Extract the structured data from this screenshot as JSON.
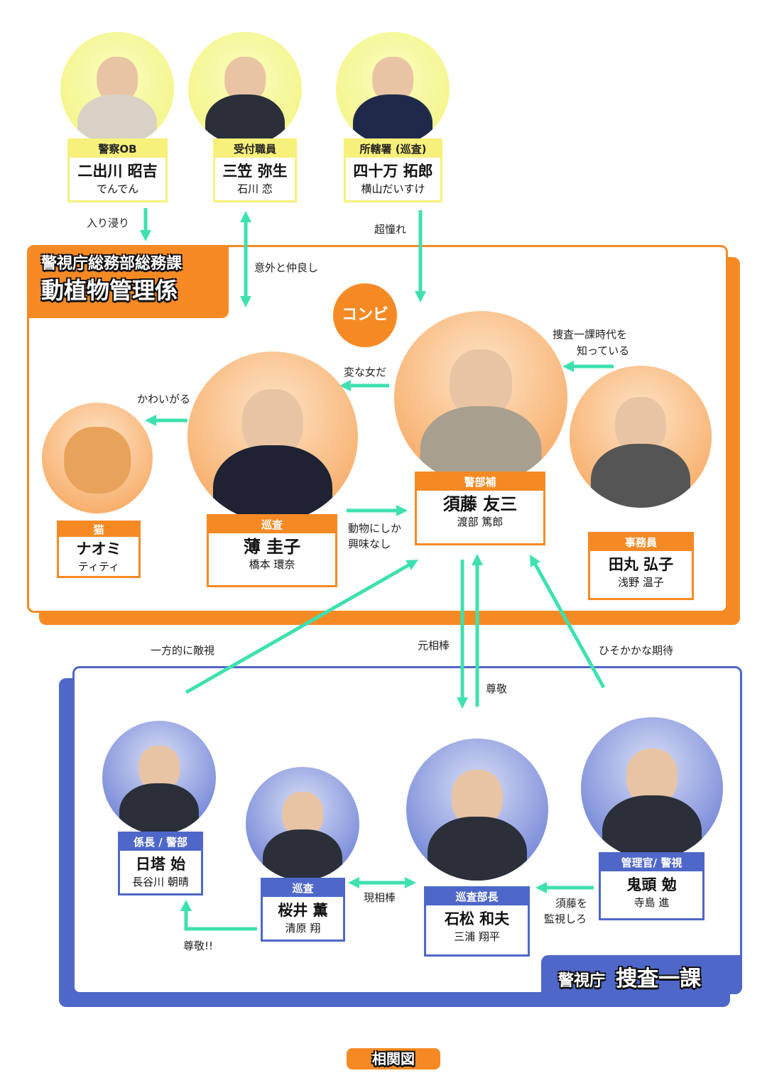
{
  "groups": {
    "animal": {
      "line1": "警視庁総務部総務課",
      "line2": "動植物管理係"
    },
    "first": {
      "line1": "警視庁",
      "line2": "捜査一課"
    }
  },
  "combi": "コンビ",
  "characters": {
    "futademawa": {
      "role": "警察OB",
      "name": "二出川 昭吉",
      "actor": "でんでん"
    },
    "mikasa": {
      "role": "受付職員",
      "name": "三笠 弥生",
      "actor": "石川 恋"
    },
    "yomota": {
      "role": "所轄署 (巡査)",
      "name": "四十万 拓郎",
      "actor": "横山だいすけ"
    },
    "suto": {
      "role": "警部補",
      "name": "須藤 友三",
      "actor": "渡部 篤郎"
    },
    "usui": {
      "role": "巡査",
      "name": "薄 圭子",
      "actor": "橋本 環奈"
    },
    "naomi": {
      "role": "猫",
      "name": "ナオミ",
      "actor": "ティティ"
    },
    "tamaru": {
      "role": "事務員",
      "name": "田丸 弘子",
      "actor": "浅野 温子"
    },
    "hito": {
      "role": "係長 / 警部",
      "name": "日塔 始",
      "actor": "長谷川 朝晴"
    },
    "sakurai": {
      "role": "巡査",
      "name": "桜井 薫",
      "actor": "清原 翔"
    },
    "ishimatsu": {
      "role": "巡査部長",
      "name": "石松 和夫",
      "actor": "三浦 翔平"
    },
    "kito": {
      "role": "管理官/ 警視",
      "name": "鬼頭 勉",
      "actor": "寺島 進"
    }
  },
  "relations": {
    "iribitari": "入り浸り",
    "igai": "意外と仲良し",
    "akogare": "超憧れ",
    "henna": "変な女だ",
    "kawaii": "かわいがる",
    "sousa1": "捜査一課時代を",
    "sousa2": "知っている",
    "doubutsu1": "動物にしか",
    "doubutsu2": "興味なし",
    "tekishi": "一方的に敵視",
    "motoaibo": "元相棒",
    "sonkei": "尊敬",
    "kitai": "ひそかかな期待",
    "genaibo": "現相棒",
    "kanshi1": "須藤を",
    "kanshi2": "監視しろ",
    "sonkei2": "尊敬!!"
  },
  "footer": "相関図",
  "colors": {
    "orange": "#f58a25",
    "blue": "#4f67c8",
    "arrow": "#3fe0b0",
    "yellow": "#f7f07a"
  }
}
